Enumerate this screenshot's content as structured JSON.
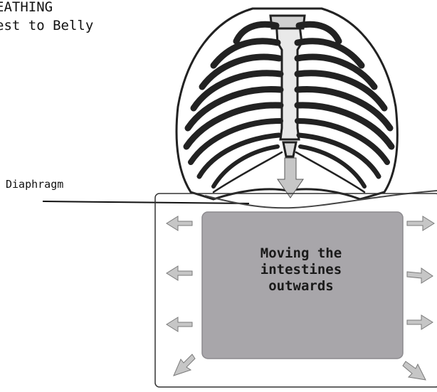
{
  "title": {
    "line1": "EATHING",
    "line2": "est to Belly"
  },
  "labels": {
    "diaphragm": "Diaphragm"
  },
  "belly_text": {
    "line1": "Moving the",
    "line2": "intestines",
    "line3": "outwards"
  },
  "colors": {
    "belly_fill": "#a8a6aa",
    "arrow_fill": "#c6c6c6",
    "rib_stroke": "#222222"
  },
  "icons": {
    "ribcage": "ribcage-illustration",
    "down_arrow": "down-arrow-icon",
    "outward_arrows": "outward-arrow-icon"
  }
}
